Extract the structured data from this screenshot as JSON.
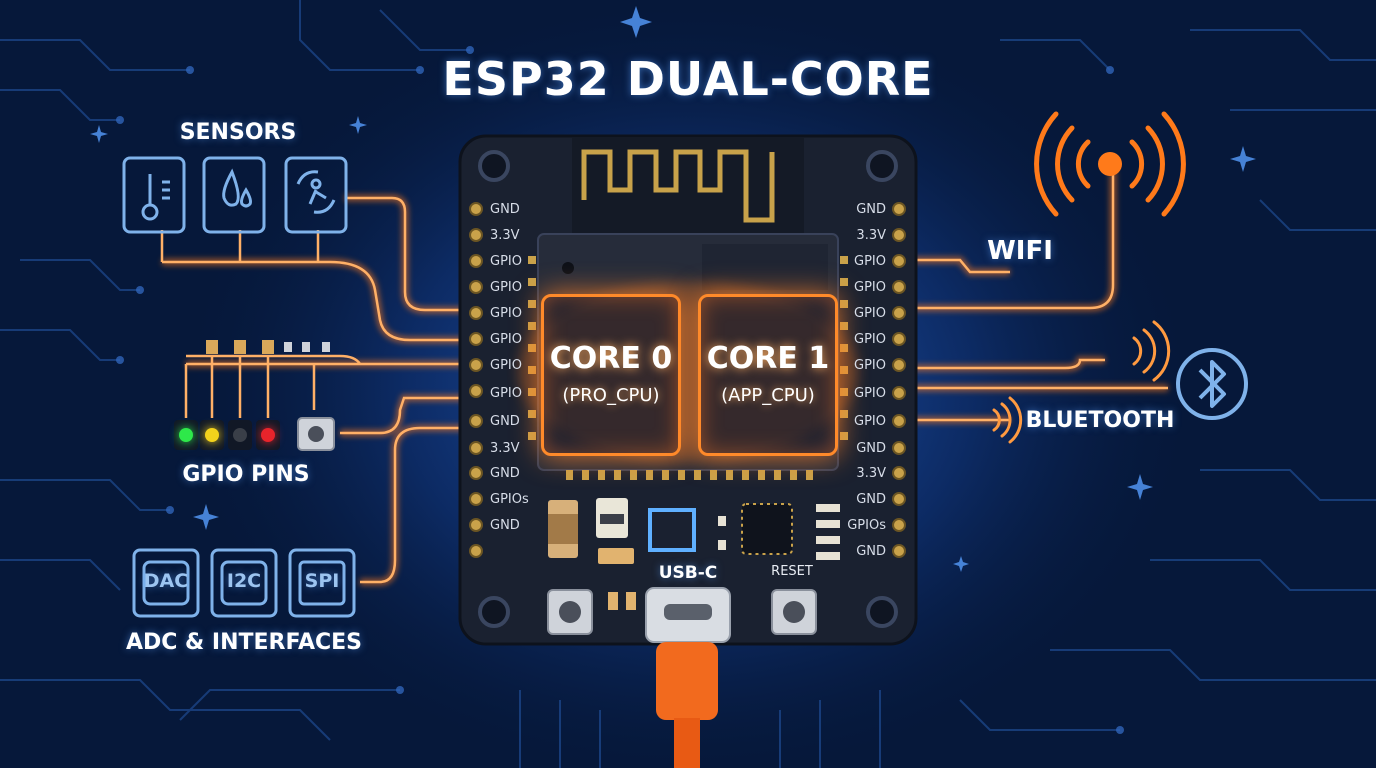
{
  "title": "ESP32 DUAL-CORE",
  "groups": {
    "sensors": "SENSORS",
    "gpio_pins": "GPIO PINS",
    "adc_interfaces": "ADC & INTERFACES",
    "wifi": "WIFI",
    "bluetooth": "BLUETOOTH"
  },
  "interfaces": [
    "DAC",
    "I2C",
    "SPI"
  ],
  "cores": [
    {
      "name": "CORE 0",
      "sub": "(PRO_CPU)"
    },
    {
      "name": "CORE 1",
      "sub": "(APP_CPU)"
    }
  ],
  "pins_left": [
    "GND",
    "3.3V",
    "GPIO",
    "GPIO",
    "GPIO",
    "GPIO",
    "GPIO",
    "GPIO",
    "GND",
    "3.3V",
    "GND",
    "GPIOs",
    "GND"
  ],
  "pins_right": [
    "GND",
    "3.3V",
    "GPIO",
    "GPIO",
    "GPIO",
    "GPIO",
    "GPIO",
    "GPIO",
    "GPIO",
    "GND",
    "3.3V",
    "GND",
    "GPIOs",
    "GND"
  ],
  "board": {
    "usb_label": "USB-C",
    "reset_label": "RESET"
  },
  "sensor_icons": [
    "thermometer-icon",
    "humidity-icon",
    "motion-icon"
  ],
  "led_colors": [
    "#2ee84a",
    "#f3d21c",
    "#3a3f48",
    "#e8242b"
  ],
  "colors": {
    "background": "#06183a",
    "trace_orange": "#ff8a2a",
    "icon_blue": "#7fb2ea",
    "board": "#1b2233"
  }
}
